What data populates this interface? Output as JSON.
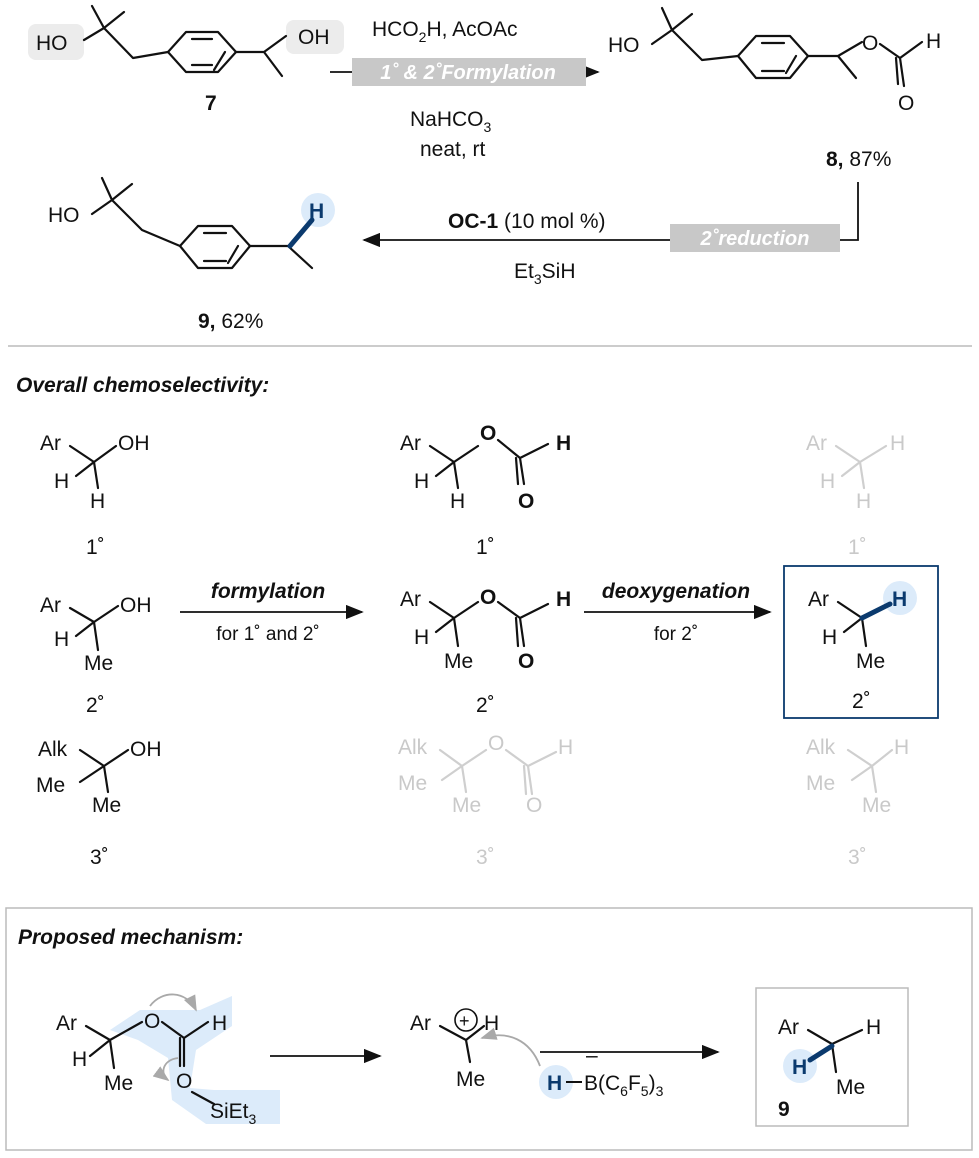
{
  "reaction": {
    "reagents_top": [
      "HCO",
      "2",
      "H, AcOAc"
    ],
    "tag_formylation": "1˚ & 2˚Formylation",
    "reagents_bottom_1": [
      "NaHCO",
      "3"
    ],
    "reagents_bottom_2": "neat, rt",
    "compound_7": "7",
    "compound_8_num": "8,",
    "compound_8_yield": "87%",
    "catalyst_name": "OC-1",
    "catalyst_load": "(10 mol %)",
    "tag_reduction": "2˚reduction",
    "silane": [
      "Et",
      "3",
      "SiH"
    ],
    "compound_9_num": "9,",
    "compound_9_yield": "62%"
  },
  "labels": {
    "HO": "HO",
    "OH": "OH",
    "O": "O",
    "H": "H",
    "Ar": "Ar",
    "Me": "Me",
    "Alk": "Alk"
  },
  "chemoselectivity": {
    "title": "Overall chemoselectivity:",
    "rows": [
      "1˚",
      "2˚",
      "3˚"
    ],
    "step1_label": "formylation",
    "step1_sub": "for 1˚ and 2˚",
    "step2_label": "deoxygenation",
    "step2_sub": "for 2˚"
  },
  "mechanism": {
    "title": "Proposed mechanism:",
    "silyl": [
      "SiEt",
      "3"
    ],
    "borate_minus": "–",
    "borate": [
      "B(C",
      "6",
      "F",
      "5",
      ")",
      "3"
    ],
    "plus": "+",
    "product": "9"
  },
  "colors": {
    "highlight": "#dcebfa",
    "accent": "#0b3a6e",
    "tag": "#c8c8c8",
    "faint": "#c9c9c9"
  }
}
